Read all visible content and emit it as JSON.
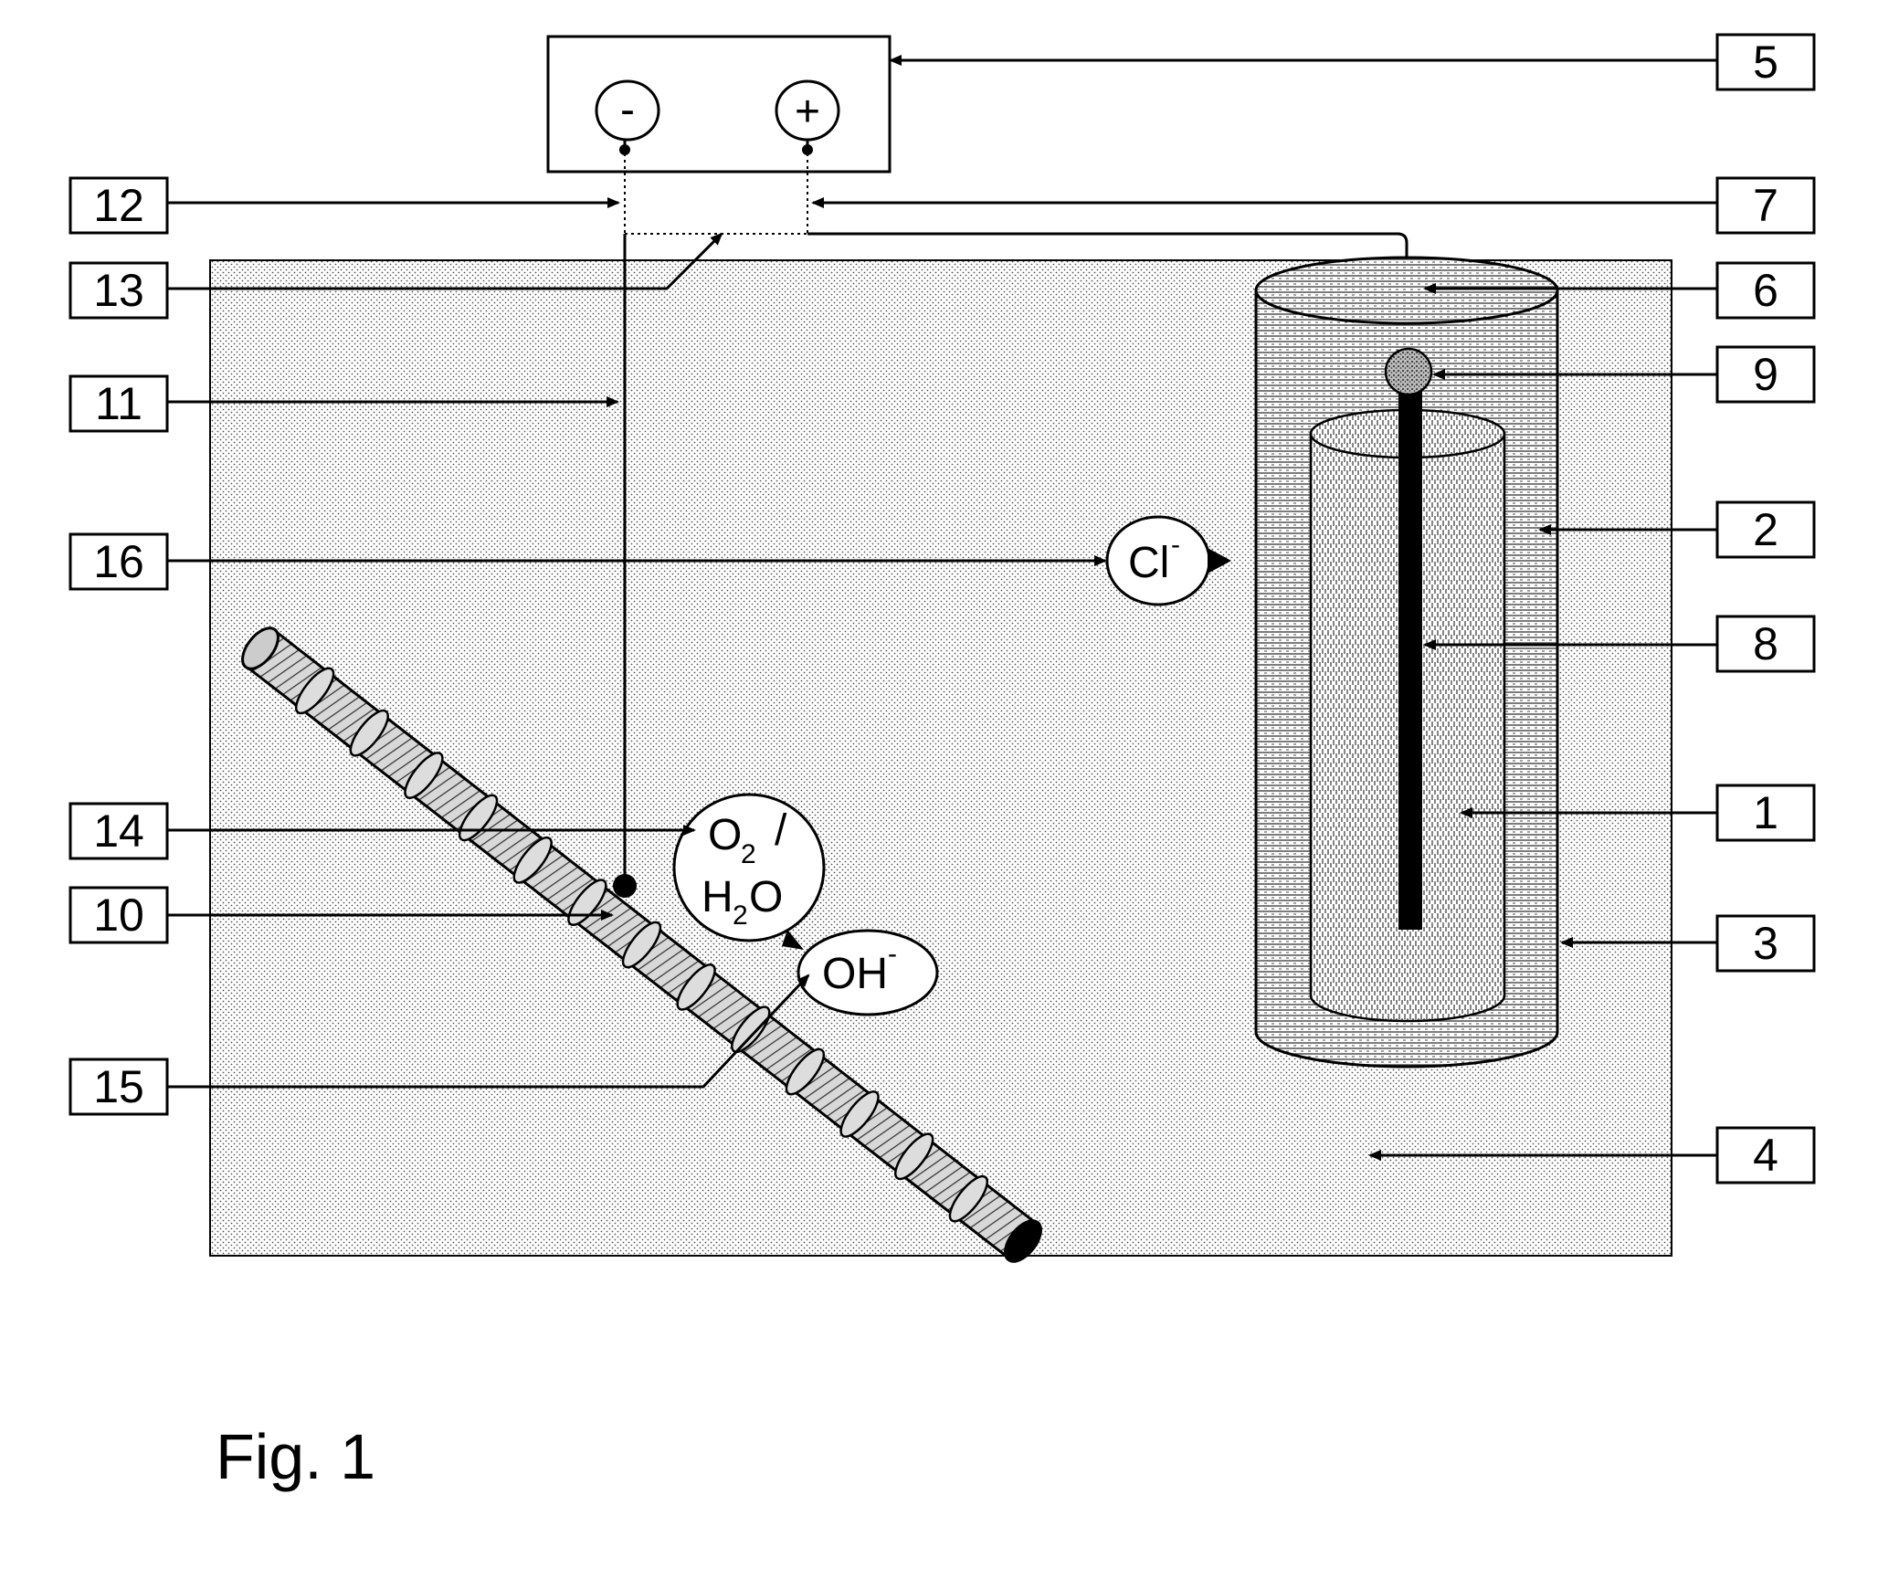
{
  "figure_caption": "Fig. 1",
  "power_supply": {
    "negative_symbol": "-",
    "positive_symbol": "+"
  },
  "ions": {
    "chloride": {
      "symbol": "Cl",
      "charge": "-"
    },
    "oxygen_water": {
      "o2_symbol": "O",
      "o2_sub": "2",
      "slash": "/",
      "h2o_h": "H",
      "h2o_sub": "2",
      "h2o_o": "O"
    },
    "hydroxide": {
      "symbol": "OH",
      "charge": "-"
    }
  },
  "reference_labels": {
    "l1": "1",
    "l2": "2",
    "l3": "3",
    "l4": "4",
    "l5": "5",
    "l6": "6",
    "l7": "7",
    "l8": "8",
    "l9": "9",
    "l10": "10",
    "l11": "11",
    "l12": "12",
    "l13": "13",
    "l14": "14",
    "l15": "15",
    "l16": "16"
  },
  "colors": {
    "line": "#000000",
    "background": "#ffffff",
    "fill_gray": "#bdbdbd"
  }
}
